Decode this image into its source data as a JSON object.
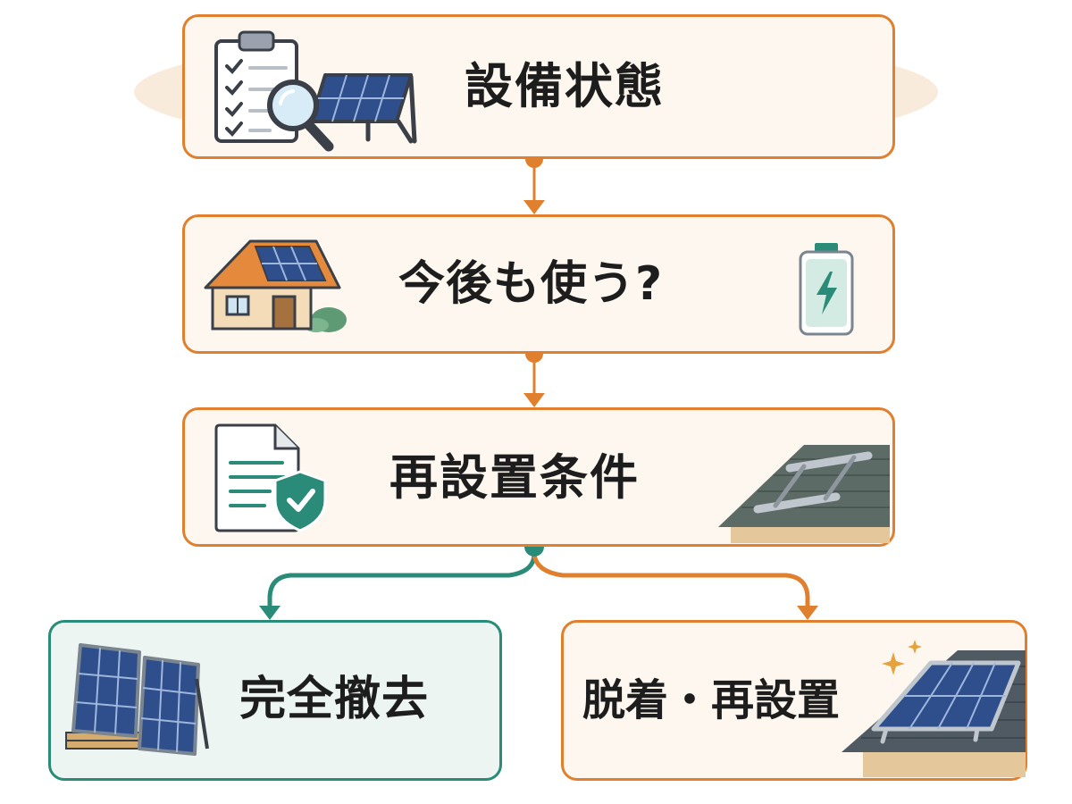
{
  "steps": [
    {
      "label": "設備状態"
    },
    {
      "label": "今後も使う?"
    },
    {
      "label": "再設置条件"
    }
  ],
  "outcomes": [
    {
      "label": "完全撤去"
    },
    {
      "label": "脱着・再設置"
    }
  ],
  "colors": {
    "orange": "#e0802e",
    "teal": "#2a8c78",
    "box_fill": "#fdf7ef",
    "green_box_fill": "#ecf5f1",
    "text": "#1d1d1d"
  },
  "icons": {
    "step_1": [
      "clipboard-checklist-icon",
      "magnifier-icon",
      "solar-panel-icon"
    ],
    "step_2": [
      "house-with-solar-icon",
      "battery-icon"
    ],
    "step_3": [
      "document-shield-icon",
      "roof-mount-rails-icon"
    ],
    "outcome_1": [
      "stacked-solar-panels-icon"
    ],
    "outcome_2": [
      "roof-solar-panel-icon",
      "sparkle-icon"
    ]
  }
}
